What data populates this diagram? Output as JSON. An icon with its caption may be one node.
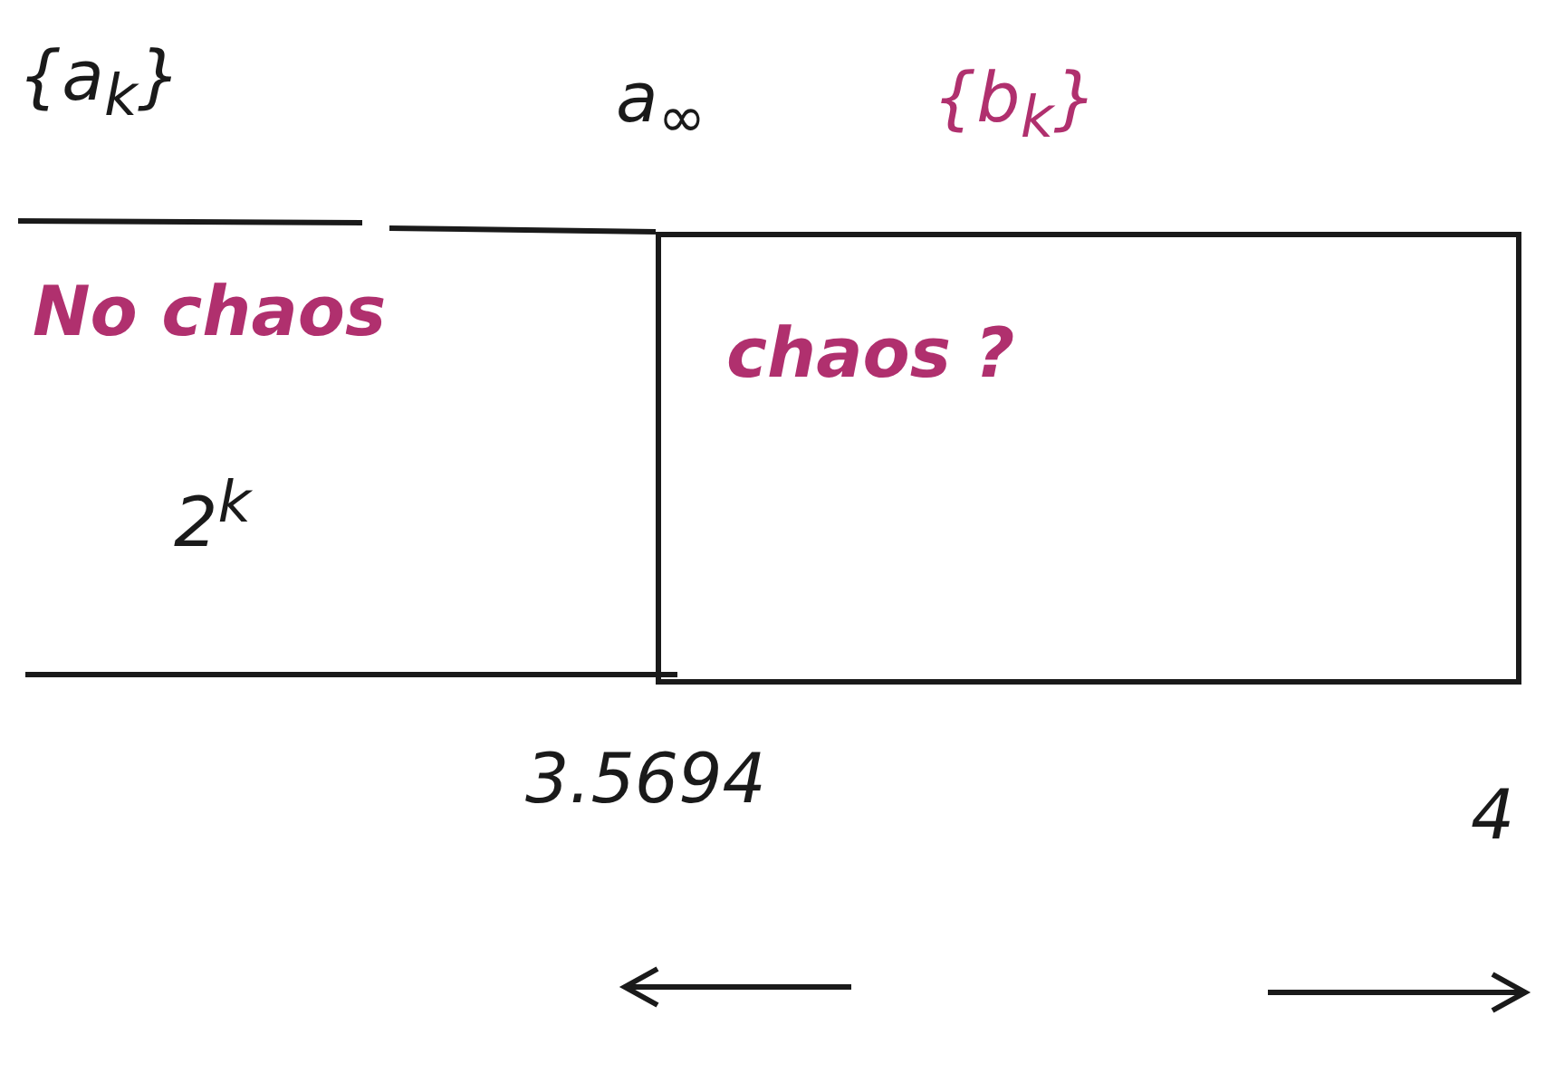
{
  "diagram": {
    "nodes": [
      {
        "text": [
          "No chaos",
          "2$^{k}$"
        ]
      },
      {
        "text": [
          "chaos ?"
        ]
      }
    ],
    "labels": [
      "{a$_{k}$}",
      "a$_{∞}$",
      "{b$_{k}$}",
      "3.5694",
      "4"
    ]
  }
}
